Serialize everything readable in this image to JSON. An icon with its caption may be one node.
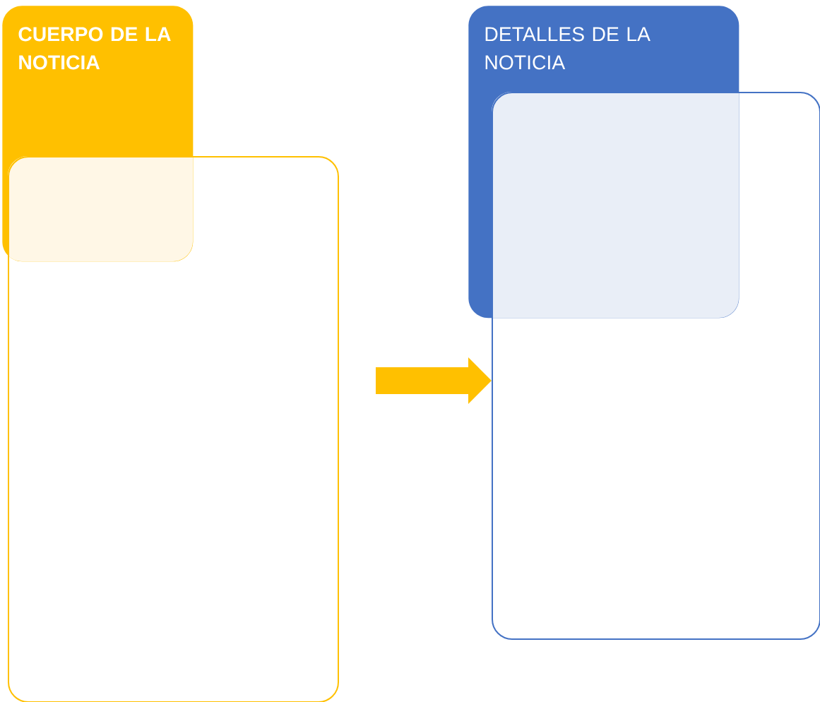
{
  "diagram": {
    "nodes": [
      {
        "text": [
          "CUERPO DE LA NOTICIA"
        ]
      },
      {
        "text": [],
        "shape": "box"
      },
      {
        "text": [
          "DETALLES DE LA NOTICIA"
        ]
      },
      {
        "text": [],
        "shape": "box"
      }
    ],
    "edges": [
      {
        "from": 1,
        "to": 3,
        "arrow": "to"
      }
    ]
  }
}
